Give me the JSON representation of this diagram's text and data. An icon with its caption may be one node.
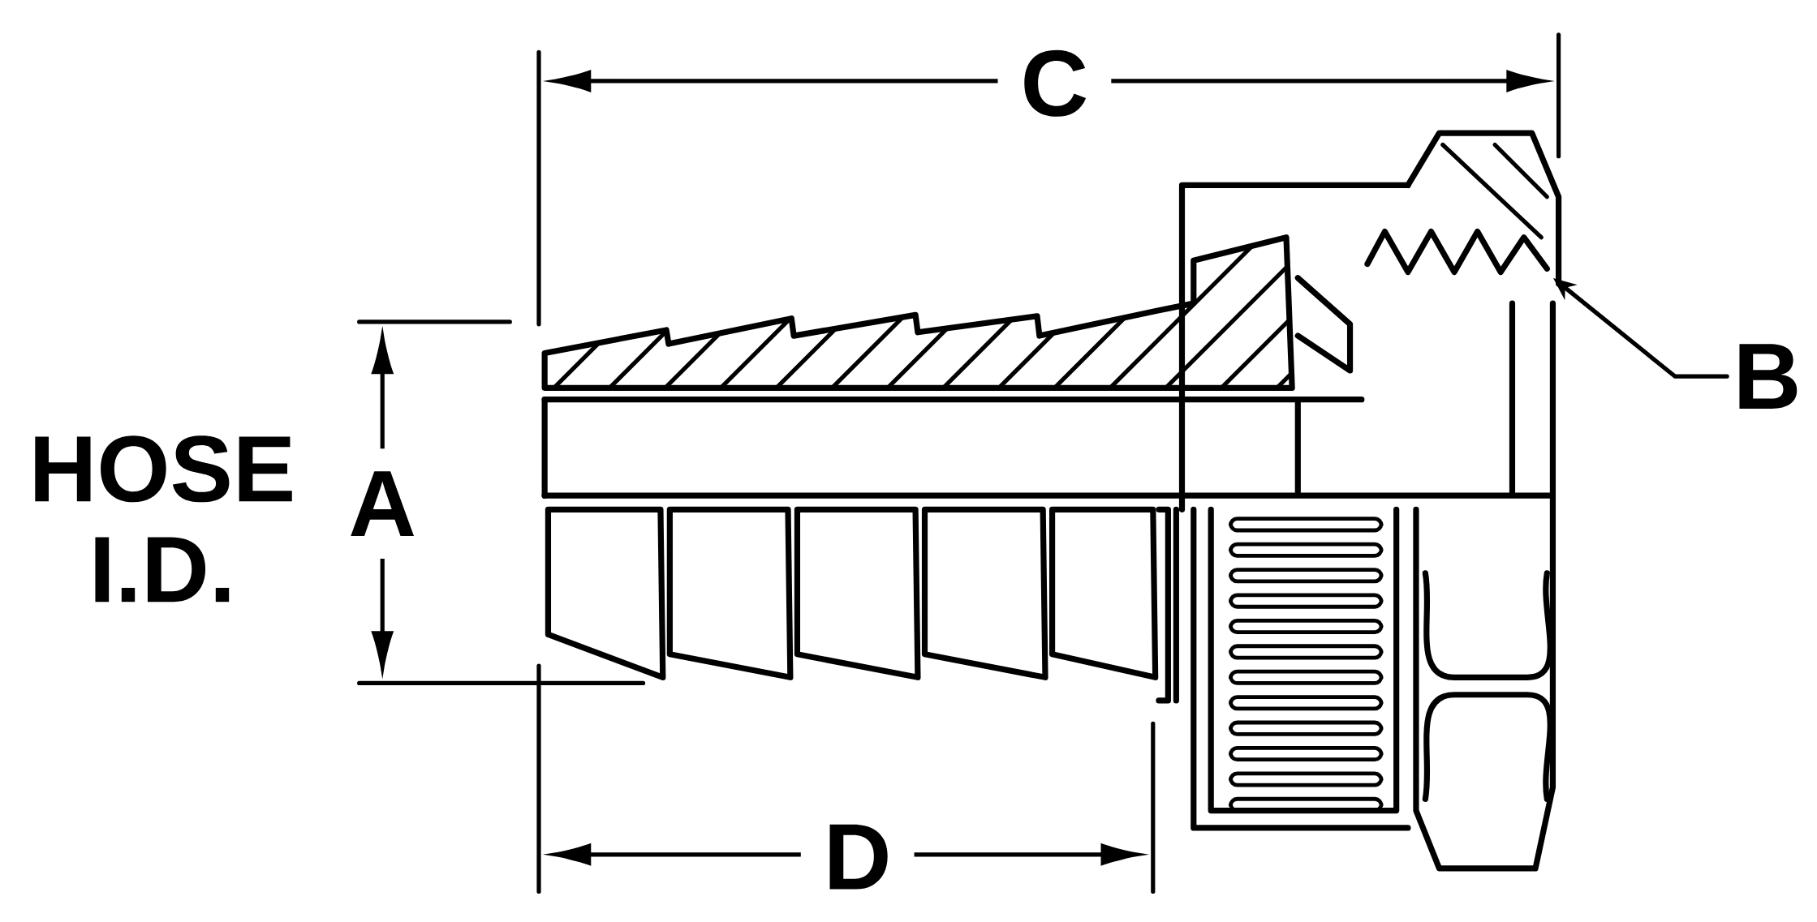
{
  "diagram": {
    "nodes": [
      {
        "text": [
          "B"
        ]
      },
      {
        "text": [],
        "shape": "picture"
      }
    ],
    "edges": [
      {
        "from": 0,
        "to": 1,
        "arrow": "to"
      }
    ],
    "labels": [
      "C",
      "HOSE I.D.",
      "A",
      "D"
    ]
  }
}
